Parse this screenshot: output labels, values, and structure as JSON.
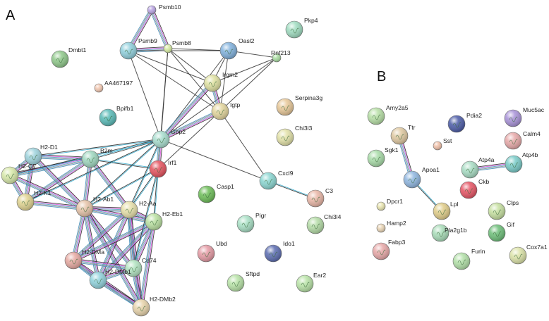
{
  "panels": [
    {
      "letter": "A",
      "nodes": [
        {
          "id": "Psmb10",
          "label": "Psmb10",
          "color": "#b9a3e3",
          "r": 6
        },
        {
          "id": "Pkp4",
          "label": "Pkp4",
          "color": "#9fdcc0",
          "r": 12
        },
        {
          "id": "Dmbt1",
          "label": "Dmbt1",
          "color": "#8fc88a",
          "r": 12
        },
        {
          "id": "Psmb9",
          "label": "Psmb9",
          "color": "#8fcfdc",
          "r": 12
        },
        {
          "id": "Psmb8",
          "label": "Psmb8",
          "color": "#d6eba0",
          "r": 6
        },
        {
          "id": "Oasl2",
          "label": "Oasl2",
          "color": "#7fb0dc",
          "r": 12
        },
        {
          "id": "Rnf213",
          "label": "Rnf213",
          "color": "#a8dca0",
          "r": 6
        },
        {
          "id": "AA467197",
          "label": "AA467197",
          "color": "#f2c7b0",
          "r": 6
        },
        {
          "id": "Irgm2",
          "label": "Irgm2",
          "color": "#dfe1a0",
          "r": 12
        },
        {
          "id": "Serpina3g",
          "label": "Serpina3g",
          "color": "#e8c898",
          "r": 12
        },
        {
          "id": "Bpifb1",
          "label": "Bpifb1",
          "color": "#58bab7",
          "r": 12
        },
        {
          "id": "Igtp",
          "label": "Igtp",
          "color": "#e3d59c",
          "r": 12
        },
        {
          "id": "Chi3l3",
          "label": "Chi3l3",
          "color": "#e3e2a8",
          "r": 12
        },
        {
          "id": "Gbp2",
          "label": "Gbp2",
          "color": "#a6dccd",
          "r": 12
        },
        {
          "id": "H2-D1",
          "label": "H2-D1",
          "color": "#9ed3dd",
          "r": 12
        },
        {
          "id": "B2m",
          "label": "B2m",
          "color": "#9ed7bf",
          "r": 12
        },
        {
          "id": "Irf1",
          "label": "Irf1",
          "color": "#e5515d",
          "r": 12
        },
        {
          "id": "Cxcl9",
          "label": "Cxcl9",
          "color": "#8ad6d1",
          "r": 12
        },
        {
          "id": "H2-Q7",
          "label": "H2-Q7",
          "color": "#d7e8a8",
          "r": 12
        },
        {
          "id": "Casp1",
          "label": "Casp1",
          "color": "#6cbd57",
          "r": 12
        },
        {
          "id": "C3",
          "label": "C3",
          "color": "#e9b6a6",
          "r": 12
        },
        {
          "id": "H2-K1",
          "label": "H2-K1",
          "color": "#e0d390",
          "r": 12
        },
        {
          "id": "H2-Ab1",
          "label": "H2-Ab1",
          "color": "#e6c3a8",
          "r": 12
        },
        {
          "id": "H2-Aa",
          "label": "H2-Aa",
          "color": "#e6dfa8",
          "r": 12
        },
        {
          "id": "H2-Eb1",
          "label": "H2-Eb1",
          "color": "#b9e0a0",
          "r": 12
        },
        {
          "id": "Pigr",
          "label": "Pigr",
          "color": "#a8e0c5",
          "r": 12
        },
        {
          "id": "Chi3l4",
          "label": "Chi3l4",
          "color": "#b4dca6",
          "r": 12
        },
        {
          "id": "Ubd",
          "label": "Ubd",
          "color": "#e59aa4",
          "r": 12
        },
        {
          "id": "Ido1",
          "label": "Ido1",
          "color": "#5a6bb0",
          "r": 12
        },
        {
          "id": "H2-DMa",
          "label": "H2-DMa",
          "color": "#e6a8a0",
          "r": 12
        },
        {
          "id": "Cd74",
          "label": "Cd74",
          "color": "#b1e3c0",
          "r": 12
        },
        {
          "id": "H2-DMb1",
          "label": "H2-DMb1",
          "color": "#8fd2dc",
          "r": 12
        },
        {
          "id": "Sftpd",
          "label": "Sftpd",
          "color": "#b7e3a6",
          "r": 12
        },
        {
          "id": "Ear2",
          "label": "Ear2",
          "color": "#b8e3a6",
          "r": 12
        },
        {
          "id": "H2-DMb2",
          "label": "H2-DMb2",
          "color": "#e7d3aa",
          "r": 12
        }
      ],
      "edges": [
        [
          "Psmb10",
          "Psmb9",
          "multi"
        ],
        [
          "Psmb10",
          "Psmb8",
          "multi"
        ],
        [
          "Psmb9",
          "Psmb8",
          "multi"
        ],
        [
          "Psmb9",
          "Oasl2",
          "single"
        ],
        [
          "Psmb9",
          "Irgm2",
          "single"
        ],
        [
          "Psmb9",
          "Igtp",
          "single"
        ],
        [
          "Psmb9",
          "Gbp2",
          "single"
        ],
        [
          "Psmb8",
          "Oasl2",
          "single"
        ],
        [
          "Psmb8",
          "Irgm2",
          "single"
        ],
        [
          "Psmb8",
          "Igtp",
          "single"
        ],
        [
          "Psmb8",
          "Gbp2",
          "single"
        ],
        [
          "Psmb8",
          "Irf1",
          "single"
        ],
        [
          "Oasl2",
          "Irgm2",
          "single"
        ],
        [
          "Oasl2",
          "Igtp",
          "single"
        ],
        [
          "Oasl2",
          "Rnf213",
          "single"
        ],
        [
          "Oasl2",
          "Gbp2",
          "single"
        ],
        [
          "Rnf213",
          "Irgm2",
          "single"
        ],
        [
          "Rnf213",
          "Igtp",
          "single"
        ],
        [
          "Rnf213",
          "Gbp2",
          "single"
        ],
        [
          "Irgm2",
          "Igtp",
          "multi"
        ],
        [
          "Irgm2",
          "Gbp2",
          "multi"
        ],
        [
          "Igtp",
          "Gbp2",
          "multi"
        ],
        [
          "Gbp2",
          "Irf1",
          "multi"
        ],
        [
          "Irf1",
          "Igtp",
          "single"
        ],
        [
          "Gbp2",
          "Cxcl9",
          "single"
        ],
        [
          "Igtp",
          "Cxcl9",
          "single"
        ],
        [
          "Cxcl9",
          "C3",
          "blue"
        ],
        [
          "H2-D1",
          "B2m",
          "multi"
        ],
        [
          "H2-D1",
          "H2-Q7",
          "multi"
        ],
        [
          "H2-D1",
          "H2-K1",
          "multi"
        ],
        [
          "H2-Q7",
          "H2-K1",
          "multi"
        ],
        [
          "H2-Q7",
          "B2m",
          "multi"
        ],
        [
          "B2m",
          "H2-K1",
          "multi"
        ],
        [
          "B2m",
          "Gbp2",
          "blue"
        ],
        [
          "B2m",
          "Irf1",
          "blue"
        ],
        [
          "B2m",
          "H2-Ab1",
          "multi"
        ],
        [
          "B2m",
          "H2-Aa",
          "multi"
        ],
        [
          "H2-D1",
          "H2-Ab1",
          "multi"
        ],
        [
          "H2-K1",
          "H2-Ab1",
          "multi"
        ],
        [
          "H2-Q7",
          "H2-Ab1",
          "multi"
        ],
        [
          "H2-Ab1",
          "H2-Aa",
          "multi"
        ],
        [
          "H2-Ab1",
          "H2-Eb1",
          "multi"
        ],
        [
          "H2-Aa",
          "H2-Eb1",
          "multi"
        ],
        [
          "H2-Ab1",
          "H2-DMa",
          "multi"
        ],
        [
          "H2-Ab1",
          "H2-DMb1",
          "multi"
        ],
        [
          "H2-Ab1",
          "Cd74",
          "multi"
        ],
        [
          "H2-Ab1",
          "H2-DMb2",
          "multi"
        ],
        [
          "H2-Aa",
          "H2-DMa",
          "multi"
        ],
        [
          "H2-Aa",
          "H2-DMb1",
          "multi"
        ],
        [
          "H2-Aa",
          "Cd74",
          "multi"
        ],
        [
          "H2-Aa",
          "H2-DMb2",
          "multi"
        ],
        [
          "H2-Eb1",
          "H2-DMa",
          "multi"
        ],
        [
          "H2-Eb1",
          "H2-DMb1",
          "multi"
        ],
        [
          "H2-Eb1",
          "Cd74",
          "multi"
        ],
        [
          "H2-Eb1",
          "H2-DMb2",
          "multi"
        ],
        [
          "H2-DMa",
          "H2-DMb1",
          "multi"
        ],
        [
          "H2-DMa",
          "Cd74",
          "multi"
        ],
        [
          "H2-DMa",
          "H2-DMb2",
          "multi"
        ],
        [
          "H2-DMb1",
          "Cd74",
          "multi"
        ],
        [
          "H2-DMb1",
          "H2-DMb2",
          "multi"
        ],
        [
          "Cd74",
          "H2-DMb2",
          "multi"
        ],
        [
          "Irf1",
          "H2-Ab1",
          "blue"
        ],
        [
          "Irf1",
          "H2-Aa",
          "blue"
        ],
        [
          "Irf1",
          "H2-Eb1",
          "blue"
        ],
        [
          "Irf1",
          "Cd74",
          "blue"
        ],
        [
          "Gbp2",
          "H2-Ab1",
          "blue"
        ],
        [
          "Gbp2",
          "H2-Aa",
          "blue"
        ],
        [
          "Gbp2",
          "H2-K1",
          "blue"
        ],
        [
          "Gbp2",
          "H2-D1",
          "blue"
        ],
        [
          "Gbp2",
          "H2-Q7",
          "blue"
        ]
      ]
    },
    {
      "letter": "B",
      "nodes": [
        {
          "id": "Amy2a5",
          "label": "Amy2a5",
          "color": "#b7e0a6",
          "r": 12
        },
        {
          "id": "Pdia2",
          "label": "Pdia2",
          "color": "#4a5aa6",
          "r": 12
        },
        {
          "id": "Muc5ac",
          "label": "Muc5ac",
          "color": "#a892d8",
          "r": 12
        },
        {
          "id": "Ttr",
          "label": "Ttr",
          "color": "#dfc8a0",
          "r": 12
        },
        {
          "id": "Sst",
          "label": "Sst",
          "color": "#f0c0a8",
          "r": 6
        },
        {
          "id": "Calm4",
          "label": "Calm4",
          "color": "#e7a8a8",
          "r": 12
        },
        {
          "id": "Sgk1",
          "label": "Sgk1",
          "color": "#a8dca8",
          "r": 12
        },
        {
          "id": "Atp4b",
          "label": "Atp4b",
          "color": "#78cbc8",
          "r": 12
        },
        {
          "id": "Atp4a",
          "label": "Atp4a",
          "color": "#a7dcc3",
          "r": 12
        },
        {
          "id": "Apoa1",
          "label": "Apoa1",
          "color": "#8fb6e0",
          "r": 12
        },
        {
          "id": "Ckb",
          "label": "Ckb",
          "color": "#e65363",
          "r": 12
        },
        {
          "id": "Dpcr1",
          "label": "Dpcr1",
          "color": "#eae6b0",
          "r": 6
        },
        {
          "id": "Lpl",
          "label": "Lpl",
          "color": "#e0cc88",
          "r": 12
        },
        {
          "id": "Clps",
          "label": "Clps",
          "color": "#c6e0a0",
          "r": 12
        },
        {
          "id": "Hamp2",
          "label": "Hamp2",
          "color": "#ead5b5",
          "r": 6
        },
        {
          "id": "Pla2g1b",
          "label": "Pla2g1b",
          "color": "#a8dcb8",
          "r": 12
        },
        {
          "id": "Gif",
          "label": "Gif",
          "color": "#6cbe78",
          "r": 12
        },
        {
          "id": "Fabp3",
          "label": "Fabp3",
          "color": "#e8a8a8",
          "r": 12
        },
        {
          "id": "Furin",
          "label": "Furin",
          "color": "#b2e0a8",
          "r": 12
        },
        {
          "id": "Cox7a1",
          "label": "Cox7a1",
          "color": "#dce3a8",
          "r": 12
        }
      ],
      "edges": [
        [
          "Ttr",
          "Apoa1",
          "multi"
        ],
        [
          "Apoa1",
          "Lpl",
          "blue"
        ],
        [
          "Atp4a",
          "Atp4b",
          "multi"
        ]
      ]
    }
  ]
}
